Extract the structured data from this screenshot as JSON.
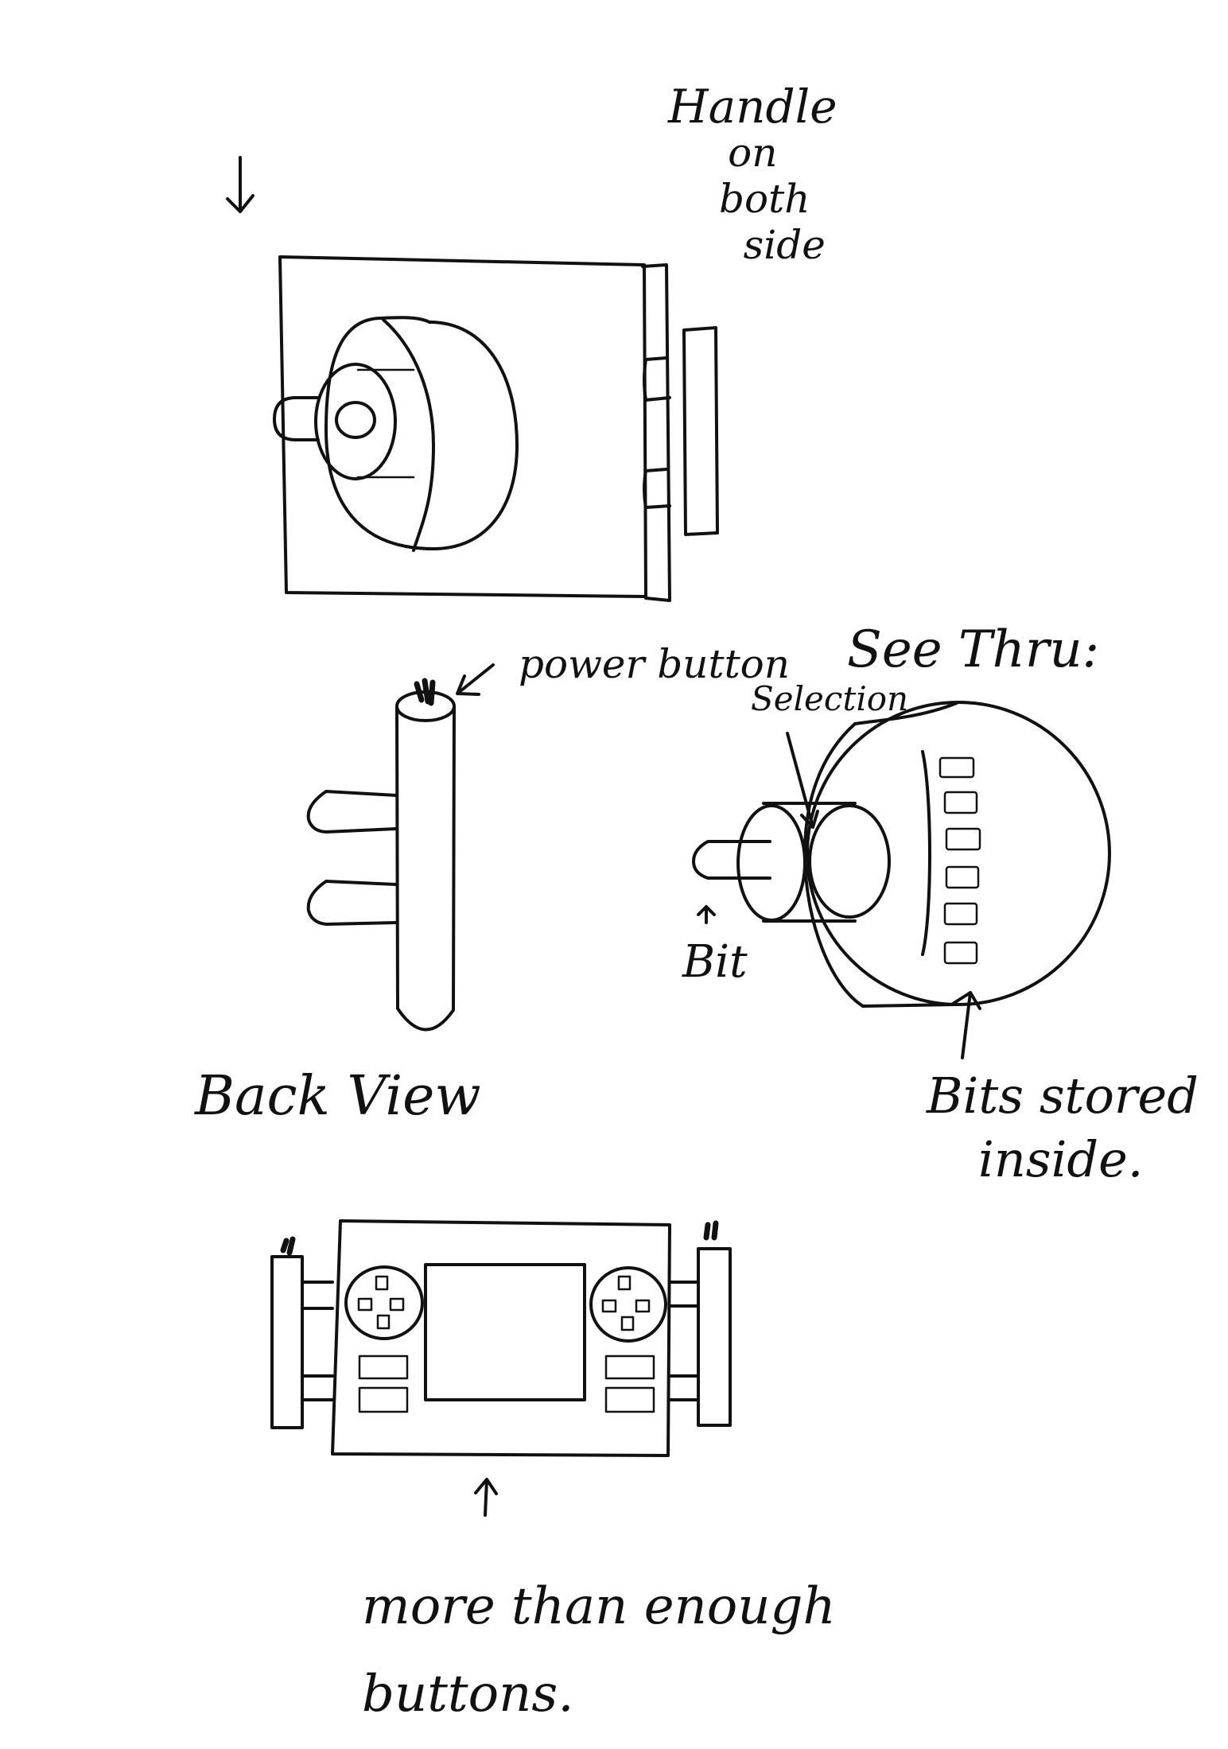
{
  "labels": {
    "handle_note": [
      "Handle",
      "on",
      "both",
      "side"
    ],
    "power_button": "power button",
    "see_thru": "See Thru:",
    "selection": "Selection",
    "bit": "Bit",
    "back_view": "Back View",
    "bits_stored": [
      "Bits stored",
      "inside."
    ],
    "buttons_note": [
      "more than enough",
      "buttons."
    ]
  }
}
